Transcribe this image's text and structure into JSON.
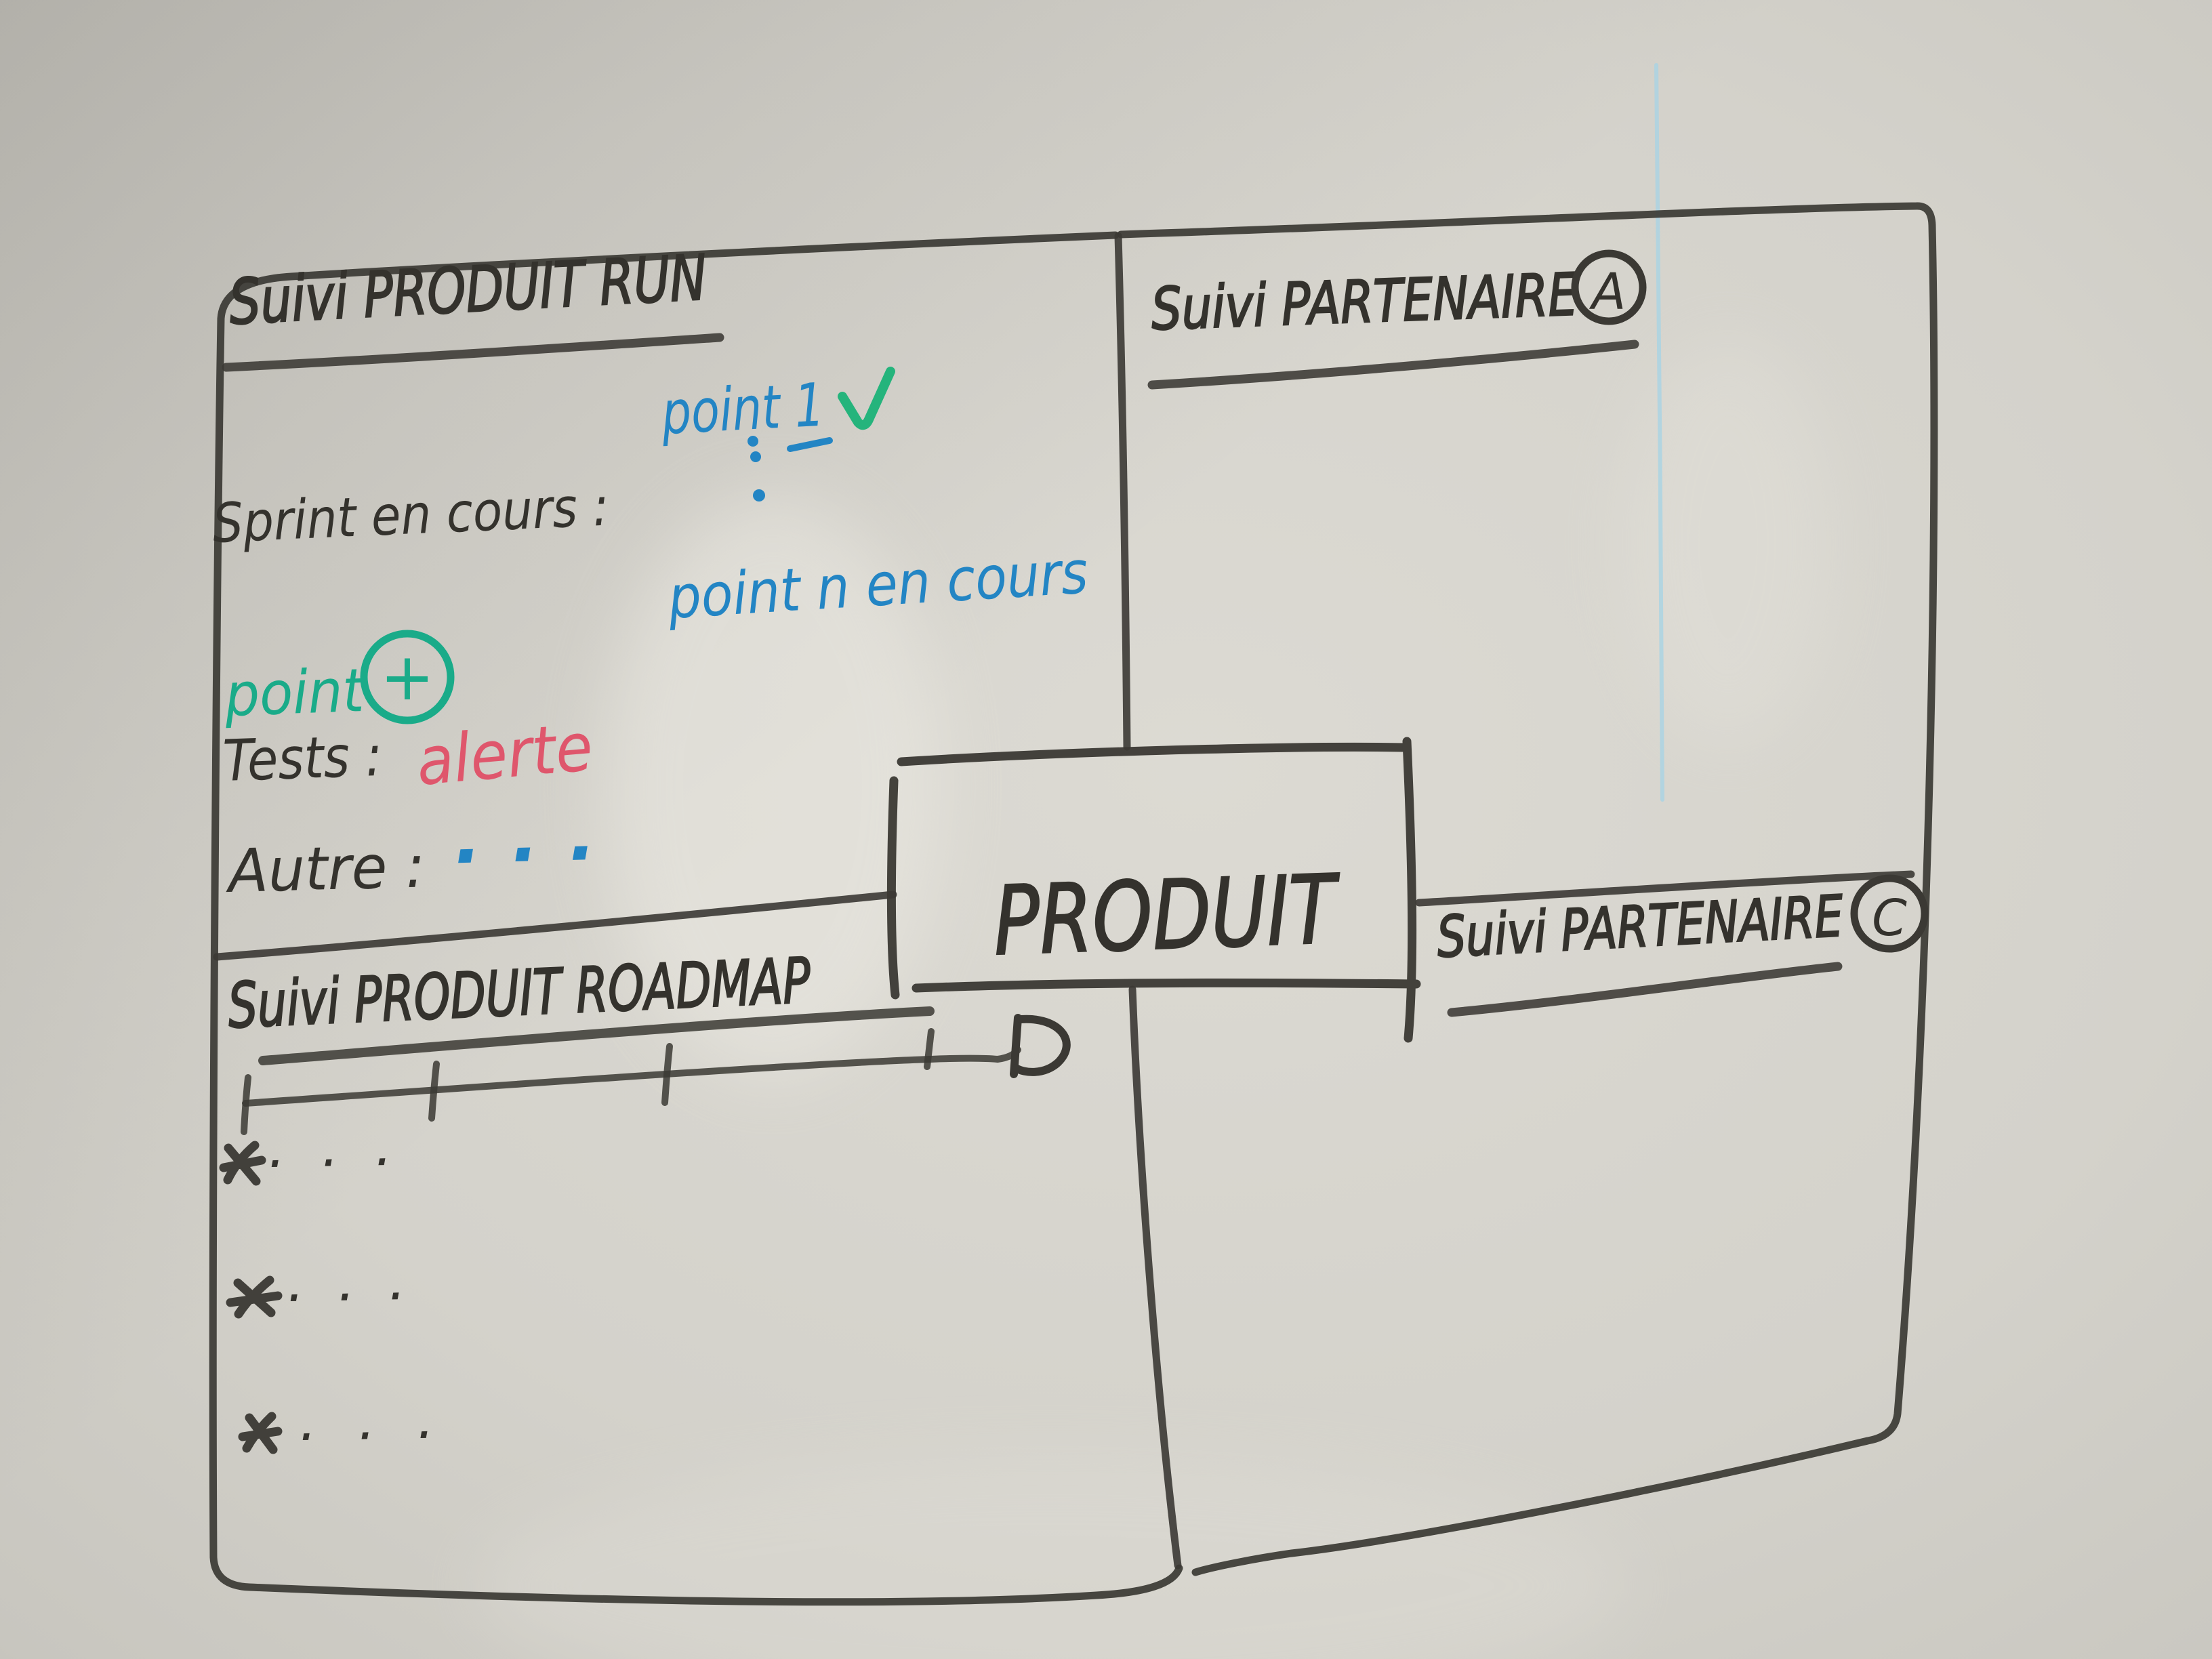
{
  "whiteboard": {
    "description": "Hand-drawn product/partner tracking quadrants on a whiteboard",
    "marker_colors": {
      "black": "#3b3934",
      "blue": "#2385c4",
      "green": "#1aab89",
      "red": "#df566c",
      "faint_guide_blue": "#a9d3e4"
    },
    "quadrants": {
      "product_run": {
        "title": "Suivi PRODUIT RUN",
        "sprint_label": "Sprint en cours :",
        "sprint_first_item": "point 1",
        "sprint_check": "✓",
        "sprint_vertical_dots": "⋮",
        "sprint_last_item": "point n en cours",
        "plus_label": "point",
        "plus_badge": "+",
        "tests_label": "Tests :",
        "tests_value": "alerte",
        "autre_label": "Autre :",
        "autre_dots": "· · ·"
      },
      "partenaire_a": {
        "title": "Suivi PARTENAIRE",
        "badge": "A"
      },
      "product_roadmap": {
        "title": "Suivi PRODUIT ROADMAP",
        "timeline": {
          "type": "arrow-right",
          "tick_count": 4
        },
        "items": [
          {
            "marker": "✱",
            "dots": "· · ·"
          },
          {
            "marker": "✱",
            "dots": "· · ·"
          },
          {
            "marker": "✱",
            "dots": "· · ·"
          }
        ]
      },
      "partenaire_c": {
        "title": "Suivi PARTENAIRE",
        "badge": "C"
      }
    },
    "center_box": {
      "title": "PRODUIT"
    }
  }
}
